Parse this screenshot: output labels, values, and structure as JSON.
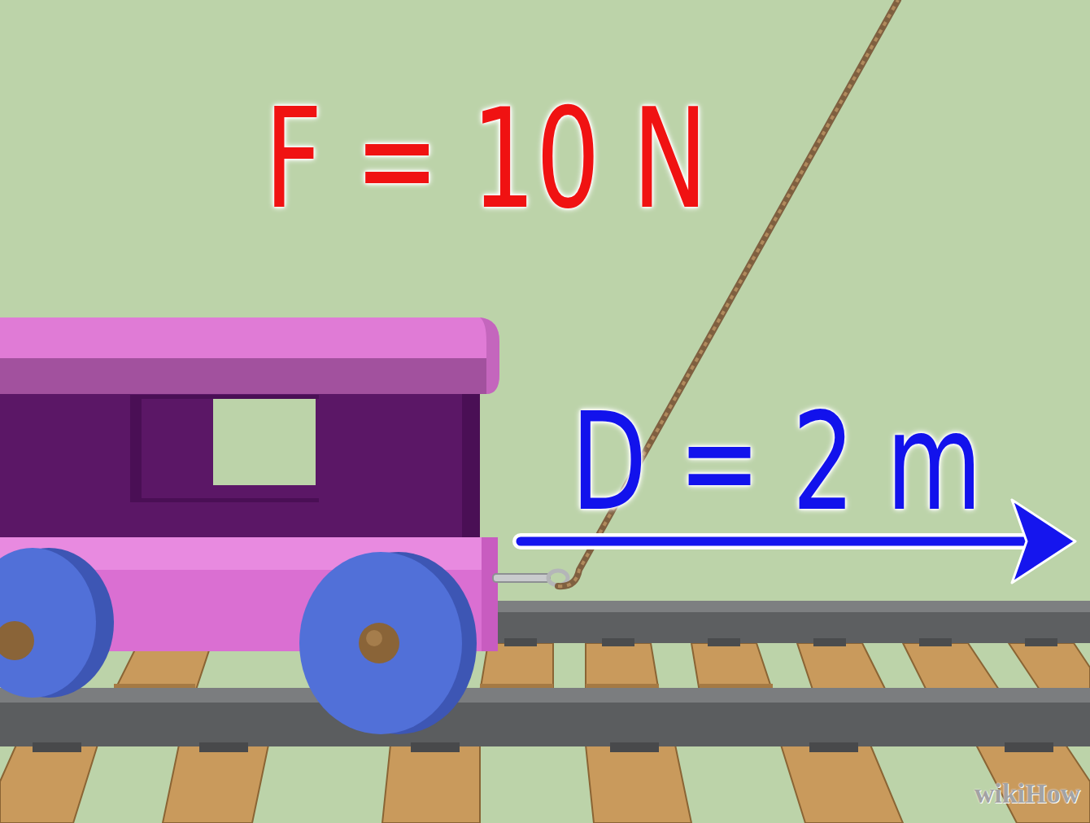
{
  "diagram": {
    "labels": [
      "F = 10 N",
      "D = 2 m",
      "wikiHow"
    ]
  }
}
